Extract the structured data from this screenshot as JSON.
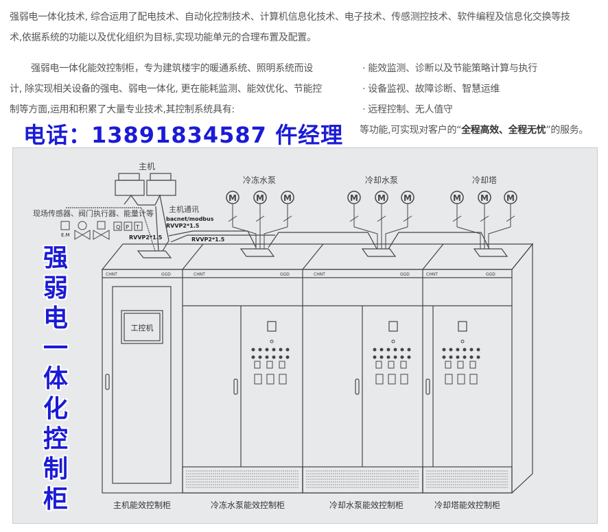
{
  "intro": {
    "line1": "强弱电一体化技术, 综合运用了配电技术、自动化控制技术、计算机信息化技术、电子技术、传感测控技术、软件编程及信息化交换等技",
    "line2": "术,依据系统的功能以及优化组织为目标,实现功能单元的合理布置及配置。"
  },
  "para": {
    "line1": "强弱电一体化能效控制柜，专为建筑楼宇的暖通系统、照明系统而设",
    "line2": "计, 除实现相关设备的强电、弱电一体化, 更在能耗监测、能效优化、节能控",
    "line3": "制等方面,运用和积累了大量专业技术,其控制系统具有:"
  },
  "features": [
    "· 能效监测、诊断以及节能策略计算与执行",
    "· 设备监视、故障诊断、智慧运维",
    "· 远程控制、无人值守"
  ],
  "summary": {
    "prefix": "等功能,可实现对客户的“",
    "bold": "全程高效、全程无忧",
    "suffix": "”的服务。"
  },
  "phone": "电话：13891834587 仵经理",
  "vertical_title": [
    "强",
    "弱",
    "电",
    "一",
    "体",
    "化",
    "控",
    "制",
    "柜"
  ],
  "diagram": {
    "host": "主机",
    "host_comm": "主机通讯",
    "protocol": "bacnet/modbus",
    "cable": "RVVP2*1.5",
    "sensors": "现场传感器、阀门执行器、能量计等",
    "groups": [
      "冷冻水泵",
      "冷却水泵",
      "冷却塔"
    ],
    "motor": "M",
    "brand": "CHNT",
    "model": "GGD",
    "ipc": "工控机",
    "q": "Q",
    "p": "P",
    "t": "T",
    "em": "E.M",
    "panels": [
      "主机能效控制柜",
      "冷冻水泵能效控制柜",
      "冷却水泵能效控制柜",
      "冷却塔能效控制柜"
    ]
  }
}
